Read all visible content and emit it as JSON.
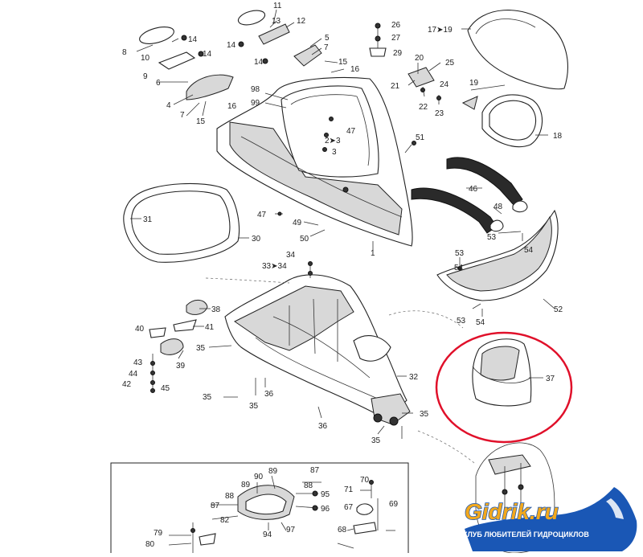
{
  "labels": {
    "l1": "1",
    "l2_3": "2➤3",
    "l3": "3",
    "l4": "4",
    "l5": "5",
    "l6": "6",
    "l7a": "7",
    "l7b": "7",
    "l8": "8",
    "l9": "9",
    "l10": "10",
    "l11": "11",
    "l12": "12",
    "l13": "13",
    "l14a": "14",
    "l14b": "14",
    "l14c": "14",
    "l14d": "14",
    "l15a": "15",
    "l15b": "15",
    "l16a": "16",
    "l16b": "16",
    "l17_19": "17➤19",
    "l18": "18",
    "l19": "19",
    "l20": "20",
    "l21": "21",
    "l22": "22",
    "l23": "23",
    "l24": "24",
    "l25": "25",
    "l26": "26",
    "l27": "27",
    "l29": "29",
    "l30": "30",
    "l31": "31",
    "l32": "32",
    "l33_34": "33➤34",
    "l34": "34",
    "l35a": "35",
    "l35b": "35",
    "l35c": "35",
    "l35d": "35",
    "l35e": "35",
    "l36a": "36",
    "l36b": "36",
    "l37": "37",
    "l38": "38",
    "l39": "39",
    "l40": "40",
    "l41": "41",
    "l42": "42",
    "l43": "43",
    "l44": "44",
    "l45": "45",
    "l46": "46",
    "l47a": "47",
    "l47b": "47",
    "l48": "48",
    "l49": "49",
    "l50": "50",
    "l51": "51",
    "l52": "52",
    "l53a": "53",
    "l53b": "53",
    "l54a": "54",
    "l54b": "54",
    "l54c": "54",
    "l67": "67",
    "l68": "68",
    "l69": "69",
    "l70": "70",
    "l71": "71",
    "l79": "79",
    "l80": "80",
    "l82": "82",
    "l87a": "87",
    "l87b": "87",
    "l88a": "88",
    "l88b": "88",
    "l89a": "89",
    "l89b": "89",
    "l90": "90",
    "l94": "94",
    "l95": "95",
    "l96": "96",
    "l97": "97",
    "l98": "98",
    "l99": "99"
  },
  "logo": {
    "title": "Gidrik.ru",
    "subtitle": "КЛУБ ЛЮБИТЕЛЕЙ ГИДРОЦИКЛОВ",
    "colors": {
      "blue": "#1a57b5",
      "gold": "#f2a81d",
      "white": "#ffffff"
    }
  },
  "highlight": {
    "color": "#e0102a"
  }
}
